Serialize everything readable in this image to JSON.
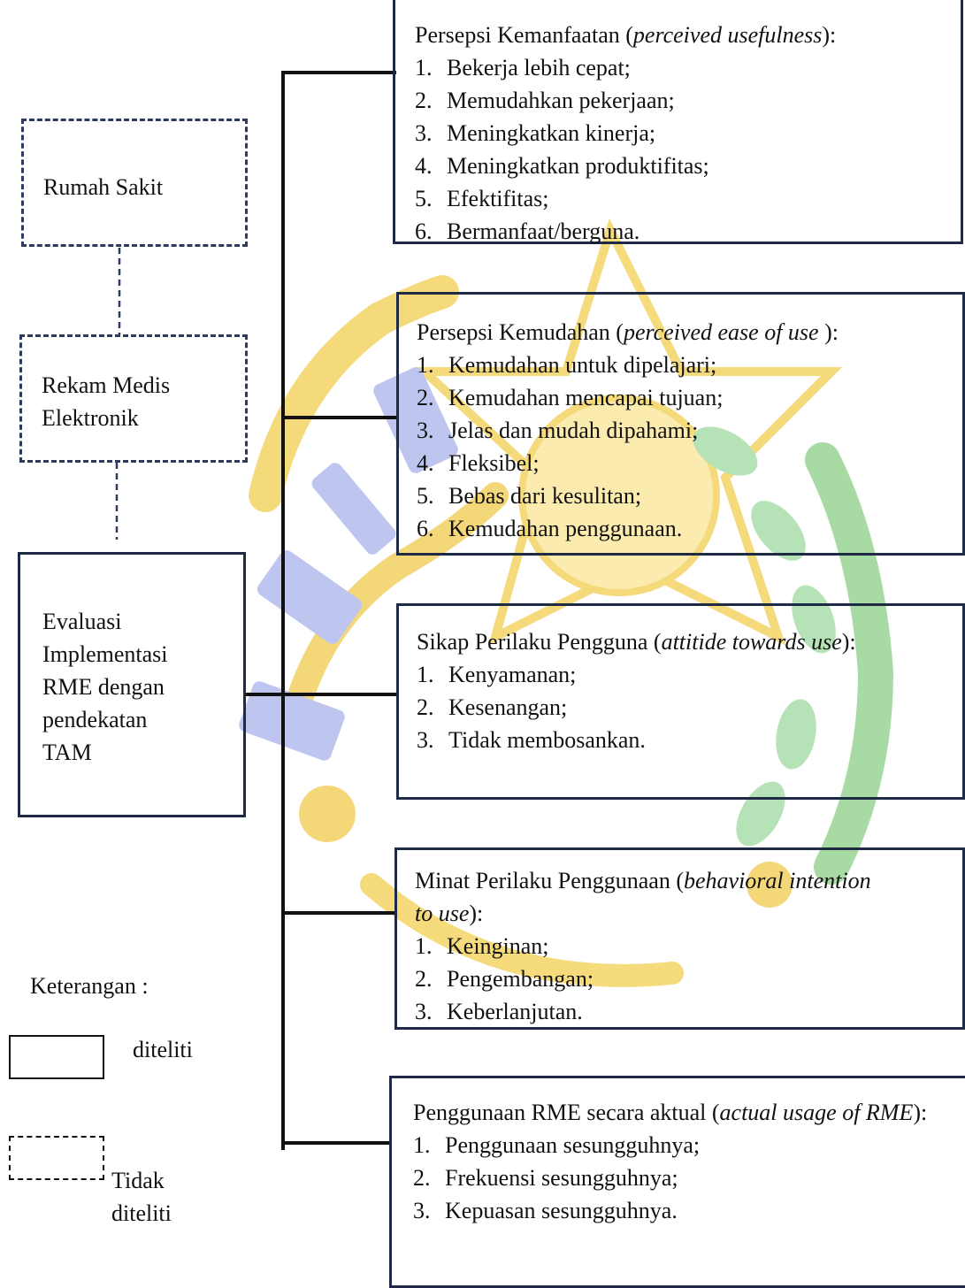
{
  "colors": {
    "watermark_gold": "#f2c619",
    "watermark_blue": "#1c2aa8",
    "watermark_green": "#1e9a3a",
    "line": "#111111",
    "border": "#1f2a44"
  },
  "left_boxes": {
    "rumah_sakit": "Rumah Sakit",
    "rekam_medis_line1": "Rekam Medis",
    "rekam_medis_line2": "Elektronik",
    "evaluasi_lines": [
      "Evaluasi",
      "Implementasi",
      "RME dengan",
      "pendekatan",
      "TAM"
    ]
  },
  "factors": [
    {
      "title": "Persepsi Kemanfaatan (",
      "title_italic": "perceived usefulness",
      "title_end": "):",
      "items": [
        "Bekerja lebih cepat;",
        "Memudahkan pekerjaan;",
        "Meningkatkan kinerja;",
        "Meningkatkan produktifitas;",
        "Efektifitas;",
        "Bermanfaat/berguna."
      ]
    },
    {
      "title": "Persepsi Kemudahan (",
      "title_italic": "perceived ease of use",
      "title_end": " ):",
      "items": [
        "Kemudahan untuk dipelajari;",
        "Kemudahan mencapai tujuan;",
        "Jelas dan mudah dipahami;",
        "Fleksibel;",
        "Bebas dari kesulitan;",
        "Kemudahan penggunaan."
      ]
    },
    {
      "title": "Sikap Perilaku Pengguna (",
      "title_italic": "attitide towards use",
      "title_end": "):",
      "items": [
        "Kenyamanan;",
        "Kesenangan;",
        "Tidak membosankan."
      ]
    },
    {
      "title": "Minat Perilaku Penggunaan (",
      "title_italic": "behavioral intention to use",
      "title_end": "):",
      "items": [
        "Keinginan;",
        "Pengembangan;",
        "Keberlanjutan."
      ]
    },
    {
      "title": "Penggunaan RME secara aktual (",
      "title_italic": "actual usage of RME",
      "title_end": "):",
      "items": [
        "Penggunaan sesungguhnya;",
        "Frekuensi sesungguhnya;",
        "Kepuasan sesungguhnya."
      ]
    }
  ],
  "legend": {
    "title": "Keterangan :",
    "solid_label": "diteliti",
    "dashed_label_line1": "Tidak",
    "dashed_label_line2": "diteliti"
  }
}
